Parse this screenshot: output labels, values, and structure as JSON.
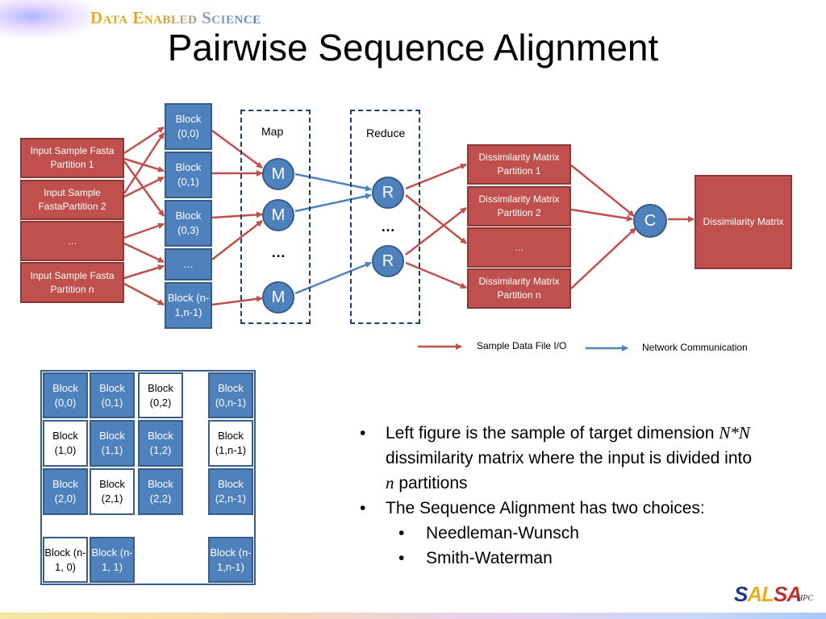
{
  "header": {
    "brand": "Data Enabled Science",
    "title": "Pairwise Sequence Alignment"
  },
  "inputs": [
    "Input Sample Fasta Partition 1",
    "Input Sample FastaPartition 2",
    "…",
    "Input Sample Fasta Partition n"
  ],
  "blocks_column": [
    "Block (0,0)",
    "Block (0,1)",
    "Block (0,3)",
    "…",
    "Block (n-1,n-1)"
  ],
  "map": {
    "label": "Map",
    "nodes": [
      "M",
      "M",
      "M"
    ],
    "ellipsis": "…"
  },
  "reduce": {
    "label": "Reduce",
    "nodes": [
      "R",
      "R"
    ],
    "ellipsis": "…"
  },
  "outputs": [
    "Dissimilarity Matrix Partition 1",
    "Dissimilarity Matrix Partition 2",
    "…",
    "Dissimilarity Matrix Partition n"
  ],
  "combiner": "C",
  "final_output": "Dissimilarity Matrix",
  "legend": {
    "file_io": "Sample Data File I/O",
    "network": "Network Communication"
  },
  "matrix": {
    "row0": [
      "Block (0,0)",
      "Block (0,1)",
      "Block (0,2)",
      "Block (0,n-1)"
    ],
    "row1": [
      "Block (1,0)",
      "Block (1,1)",
      "Block (1,2)",
      "Block (1,n-1)"
    ],
    "row2": [
      "Block (2,0)",
      "Block (2,1)",
      "Block (2,2)",
      "Block (2,n-1)"
    ],
    "row3": [
      "Block (n-1, 0)",
      "Block (n-1, 1)",
      "Block (n-1,n-1)"
    ]
  },
  "bullets": {
    "b1_pre": "Left figure is the sample of target dimension ",
    "b1_var1": "N*N",
    "b1_mid": " dissimilarity matrix where the input is divided into ",
    "b1_var2": "n",
    "b1_post": " partitions",
    "b2": "The Sequence Alignment has two choices:",
    "sub1": "Needleman-Wunsch",
    "sub2": "Smith-Waterman",
    "dot": "•"
  },
  "logo": {
    "part1": "S",
    "part2": "AL",
    "part3": "SA",
    "suffix": "HPC"
  },
  "colors": {
    "red": "#c0504d",
    "blue": "#4f81bd",
    "red_arrow": "#c0504d",
    "blue_arrow": "#4f81bd"
  }
}
